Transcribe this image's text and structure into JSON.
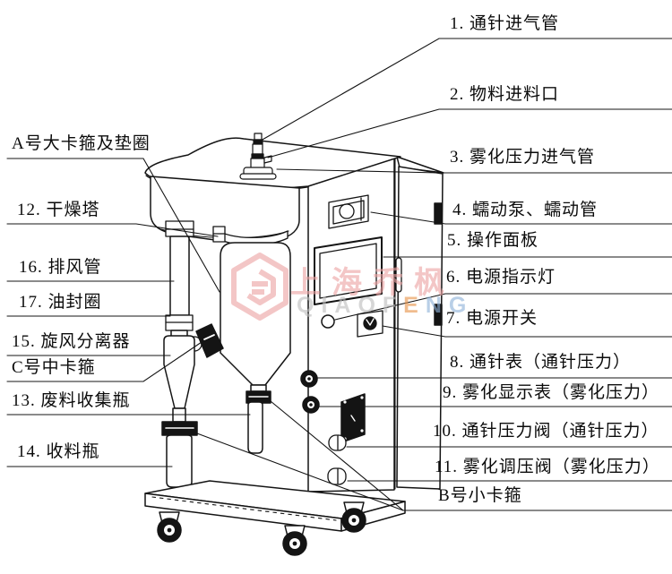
{
  "diagram": {
    "subject": "spray-dryer-structure-diagram",
    "line_color": "#141414",
    "background_color": "#ffffff"
  },
  "watermark": {
    "logo": "hexagon-logo",
    "text_cn": "上海乔枫",
    "text_en_parts": {
      "p1": "QIAOF",
      "p2": "E",
      "p3": "NG"
    },
    "color_pink": "#eda4a4",
    "color_gray": "#bdbdbd",
    "color_orange": "#e8944a",
    "color_blue": "#8fb3d9"
  },
  "labels": [
    {
      "id": "A",
      "text": "A号大卡箍及垫圈"
    },
    {
      "id": "12",
      "text": "12. 干燥塔"
    },
    {
      "id": "16",
      "text": "16. 排风管"
    },
    {
      "id": "17",
      "text": "17. 油封圈"
    },
    {
      "id": "15",
      "text": "15. 旋风分离器"
    },
    {
      "id": "C",
      "text": "C号中卡箍"
    },
    {
      "id": "13",
      "text": "13. 废料收集瓶"
    },
    {
      "id": "14",
      "text": "14. 收料瓶"
    },
    {
      "id": "1",
      "text": "1. 通针进气管"
    },
    {
      "id": "2",
      "text": "2. 物料进料口"
    },
    {
      "id": "3",
      "text": "3. 雾化压力进气管"
    },
    {
      "id": "4",
      "text": "4. 蠕动泵、蠕动管"
    },
    {
      "id": "5",
      "text": "5. 操作面板"
    },
    {
      "id": "6",
      "text": "6. 电源指示灯"
    },
    {
      "id": "7",
      "text": "7. 电源开关"
    },
    {
      "id": "8",
      "text": "8. 通针表（通针压力）"
    },
    {
      "id": "9",
      "text": "9. 雾化显示表（雾化压力）"
    },
    {
      "id": "10",
      "text": "10. 通针压力阀（通针压力）"
    },
    {
      "id": "11",
      "text": "11. 雾化调压阀（雾化压力）"
    },
    {
      "id": "B",
      "text": "B号小卡箍"
    }
  ]
}
